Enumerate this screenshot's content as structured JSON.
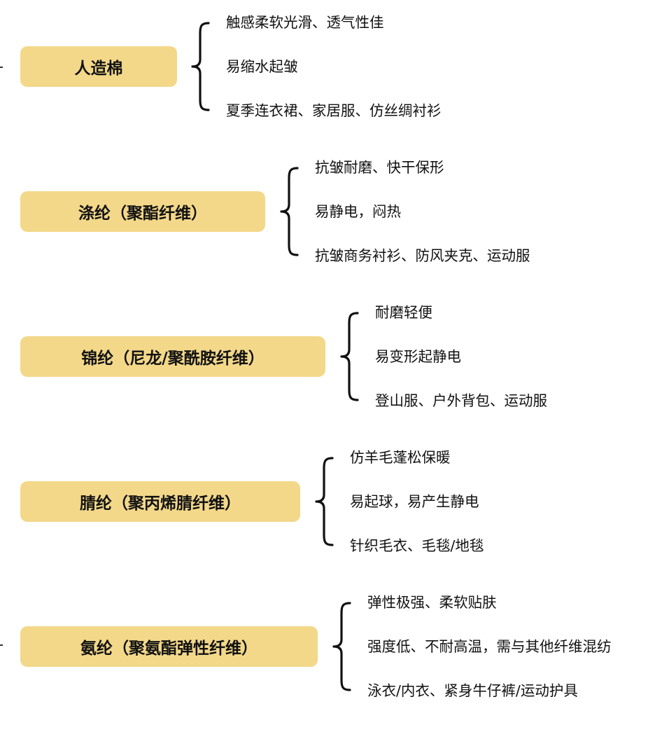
{
  "node_color": "#f3d88a",
  "groups": [
    {
      "label": "人造棉",
      "items": [
        "触感柔软光滑、透气性佳",
        "易缩水起皱",
        "夏季连衣裙、家居服、仿丝绸衬衫"
      ]
    },
    {
      "label": "涤纶（聚酯纤维）",
      "items": [
        "抗皱耐磨、快干保形",
        "易静电，闷热",
        "抗皱商务衬衫、防风夹克、运动服"
      ]
    },
    {
      "label": "锦纶（尼龙/聚酰胺纤维）",
      "items": [
        "耐磨轻便",
        "易变形起静电",
        "登山服、户外背包、运动服"
      ]
    },
    {
      "label": "腈纶（聚丙烯腈纤维）",
      "items": [
        "仿羊毛蓬松保暖",
        "易起球，易产生静电",
        "针织毛衣、毛毯/地毯"
      ]
    },
    {
      "label": "氨纶（聚氨酯弹性纤维）",
      "items": [
        "弹性极强、柔软贴肤",
        "强度低、不耐高温，需与其他纤维混纺",
        "泳衣/内衣、紧身牛仔裤/运动护具"
      ]
    }
  ]
}
